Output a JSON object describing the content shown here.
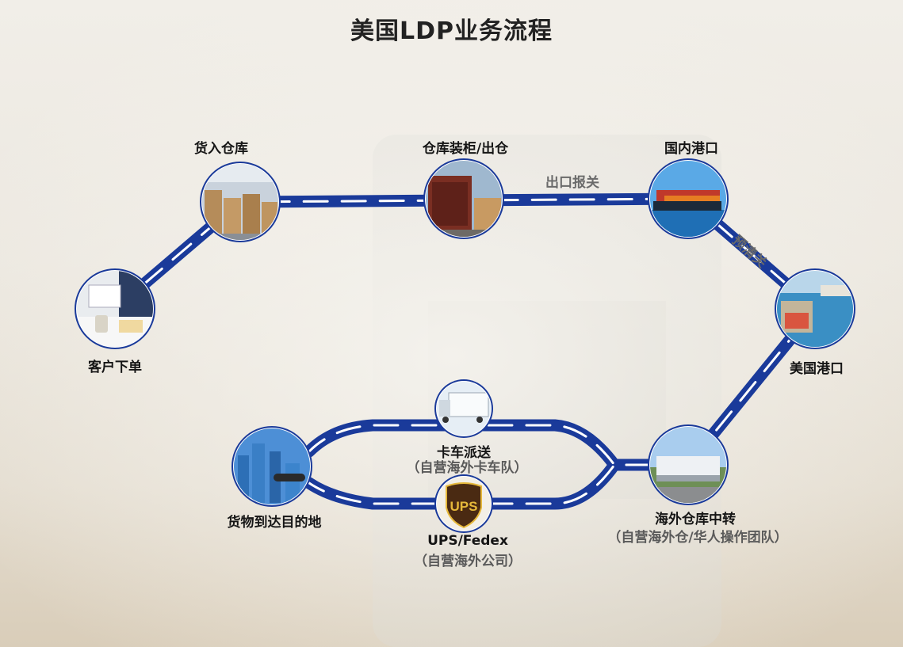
{
  "title": "美国LDP业务流程",
  "nodes": {
    "customer_order": "客户下单",
    "warehouse_in": "货入仓库",
    "container_load": "仓库装柜/出仓",
    "domestic_port": "国内港口",
    "us_port": "美国港口",
    "overseas_warehouse": "海外仓库中转",
    "overseas_warehouse_note": "（自营海外仓/华人操作团队）",
    "truck_delivery": "卡车派送",
    "truck_delivery_note": "（自营海外卡车队）",
    "ups_fedex": "UPS/Fedex",
    "ups_fedex_note": "（自营海外公司）",
    "destination": "货物到达目的地"
  },
  "edges": {
    "export_clearance": "出口报关",
    "pre_clearance": "预清关"
  },
  "ups_logo_text": "UPS",
  "colors": {
    "route": "#1a3a9a",
    "dash": "#ffffff",
    "node_ring": "#ffffff",
    "node_border": "#1a3a9a"
  },
  "icons": {
    "customer_order": "office-desk-photo",
    "warehouse_in": "warehouse-boxes-photo",
    "container_load": "shipping-container-photo",
    "domestic_port": "cargo-ship-photo",
    "us_port": "harbor-city-photo",
    "overseas_warehouse": "warehouse-building-photo",
    "truck_delivery": "truck-photo",
    "ups_fedex": "ups-shield-icon",
    "destination": "city-handshake-photo"
  }
}
